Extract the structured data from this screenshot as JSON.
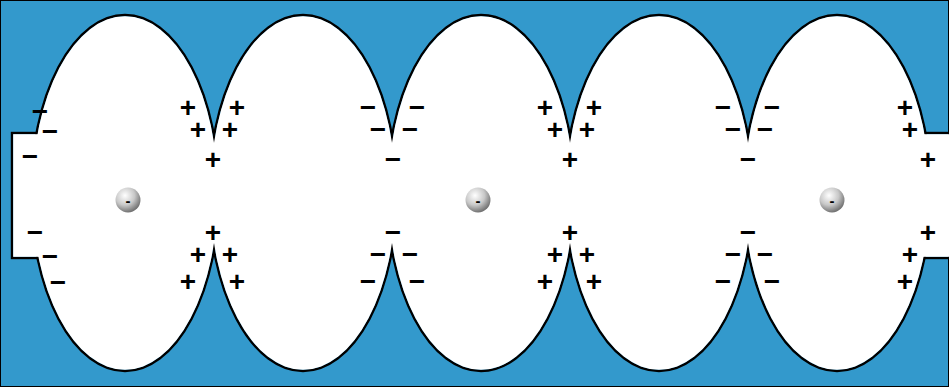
{
  "diagram": {
    "nodes": [
      {
        "text": [
          "-"
        ]
      },
      {
        "text": [
          "-"
        ]
      },
      {
        "text": [
          "-"
        ]
      }
    ],
    "labels": [
      "−",
      "−",
      "−",
      "−",
      "−",
      "−",
      "+",
      "+",
      "+",
      "+",
      "+",
      "+",
      "+",
      "+",
      "+",
      "+",
      "−",
      "−",
      "−",
      "−",
      "−",
      "−",
      "−",
      "−",
      "−",
      "−",
      "+",
      "+",
      "+",
      "+",
      "+",
      "+",
      "+",
      "+",
      "+",
      "+",
      "−",
      "−",
      "−",
      "−",
      "−",
      "−",
      "−",
      "−",
      "−",
      "−",
      "+",
      "+",
      "+",
      "+",
      "+",
      "+"
    ]
  }
}
